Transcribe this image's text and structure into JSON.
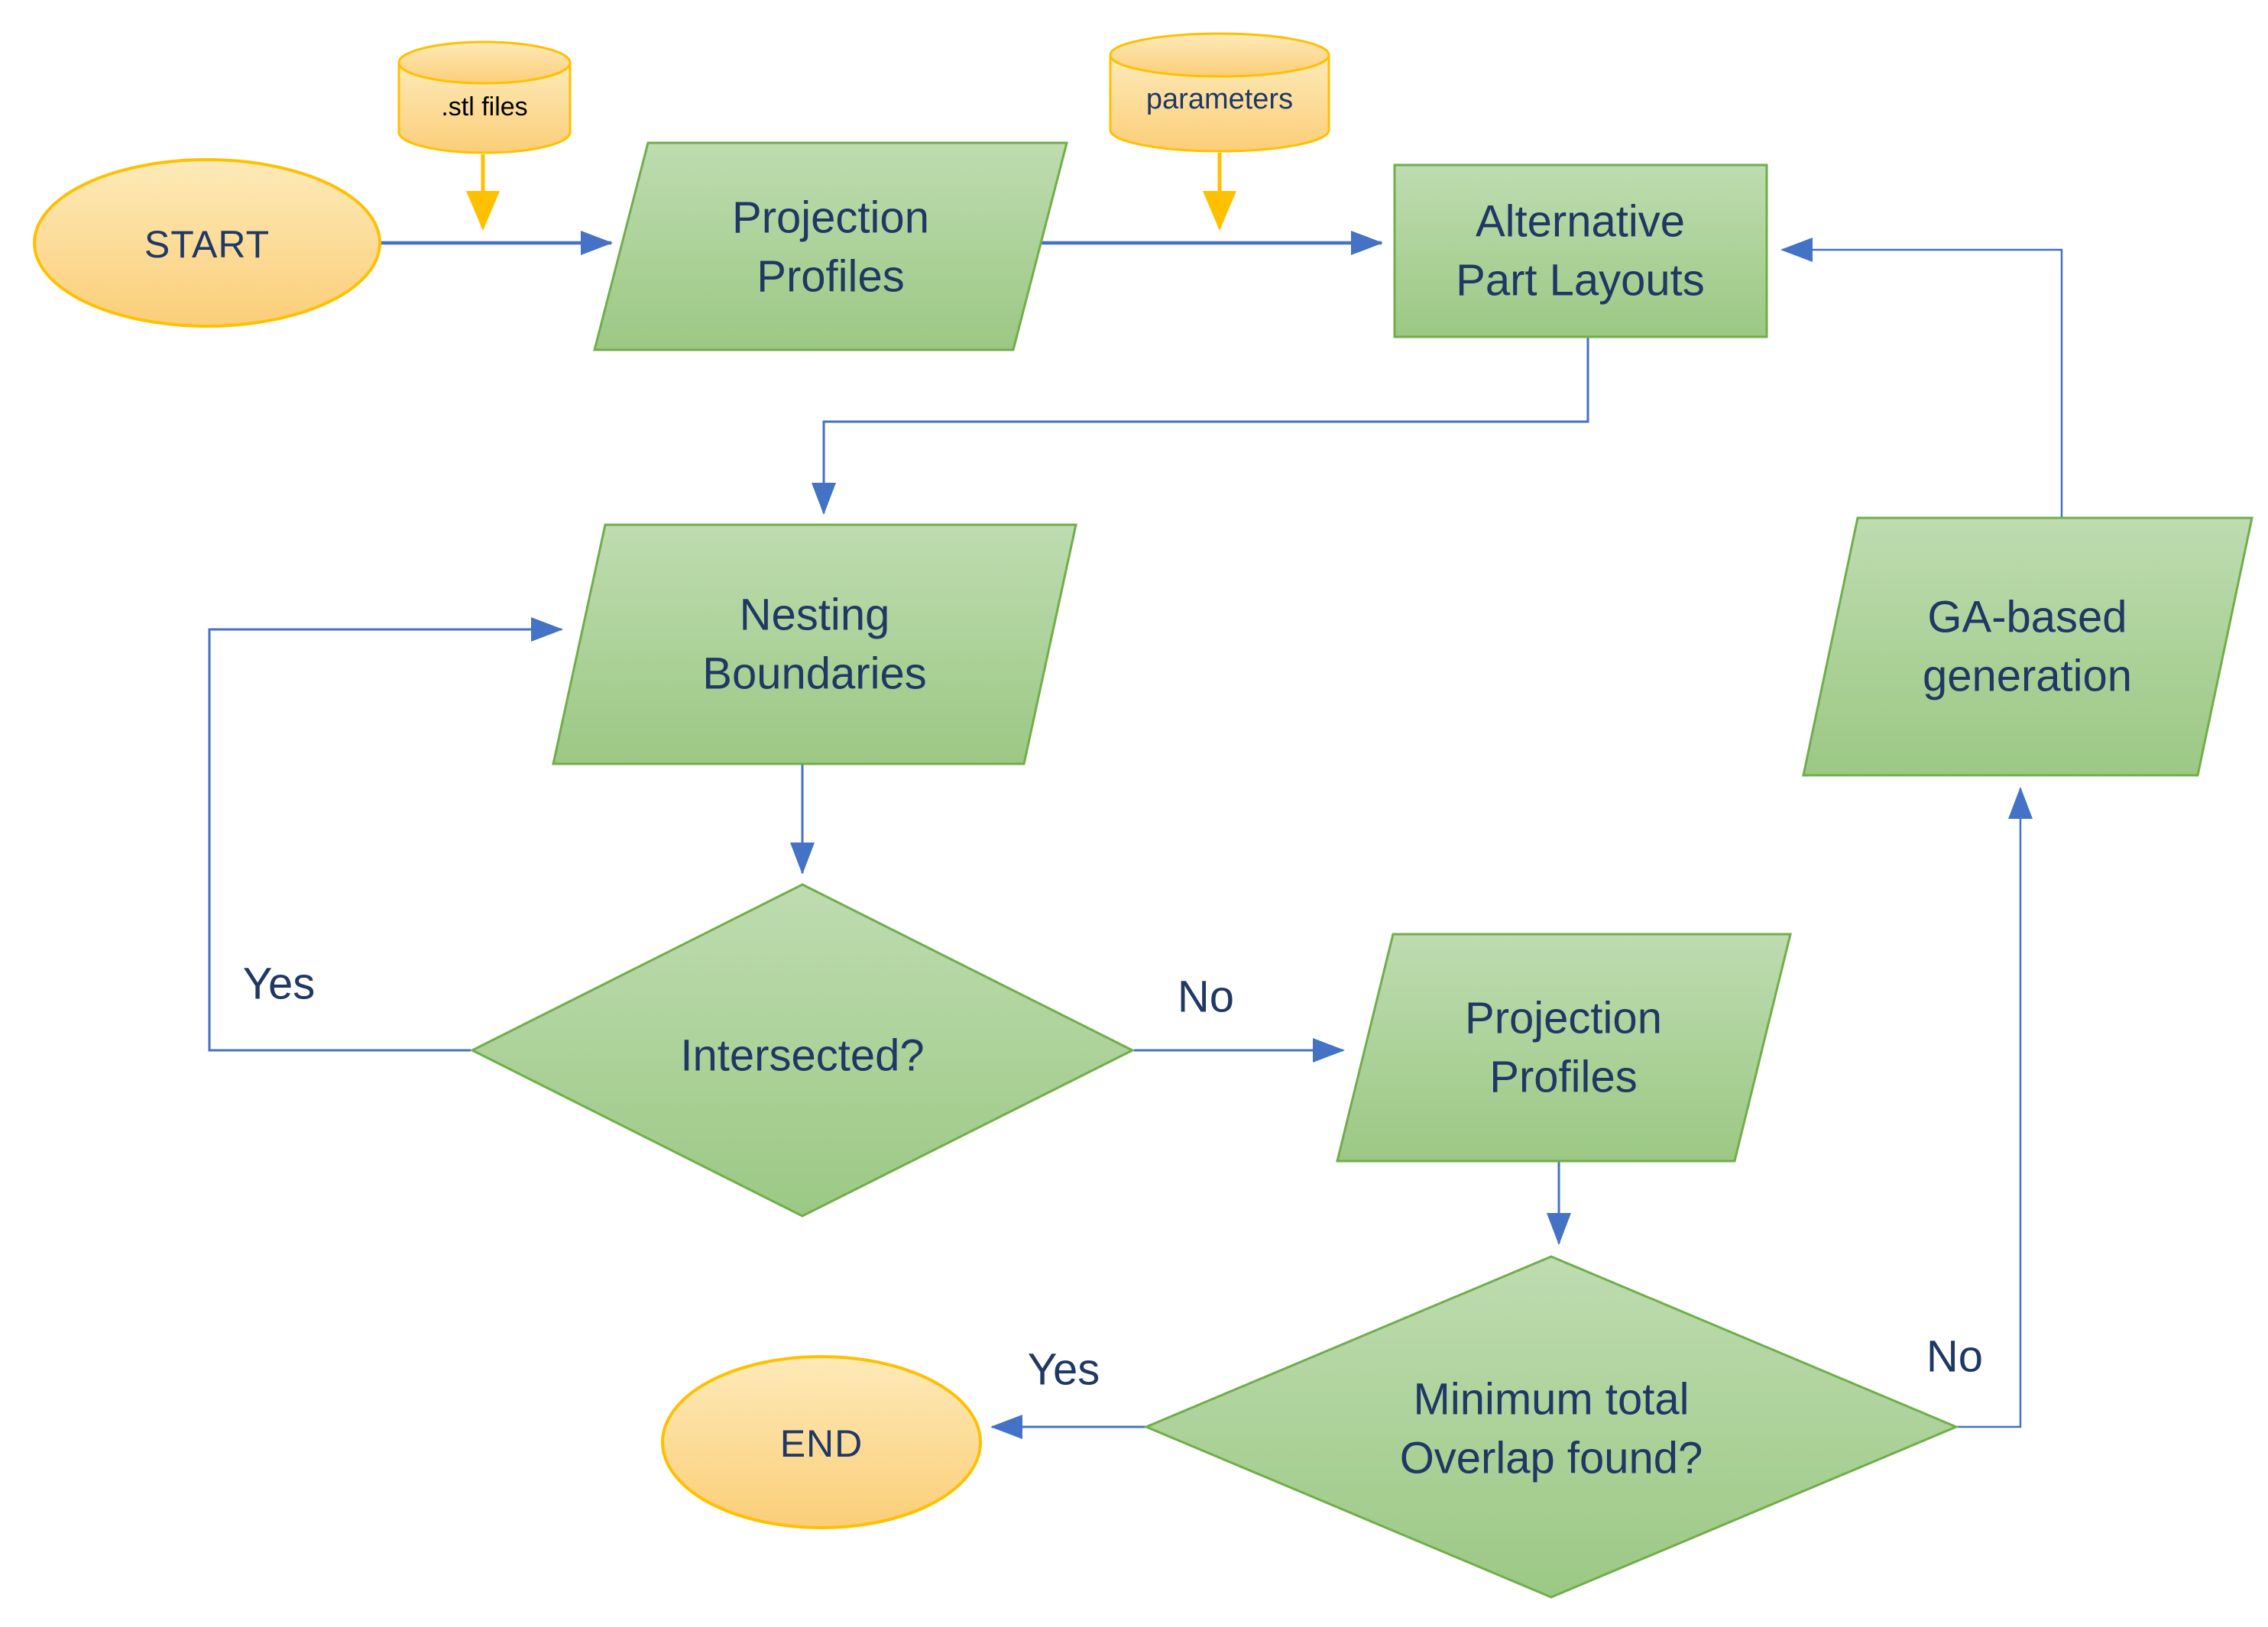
{
  "nodes": {
    "start": {
      "label": "START",
      "type": "terminator"
    },
    "stl_files": {
      "label": ".stl files",
      "type": "data-store"
    },
    "projection_profiles_1": {
      "line1": "Projection",
      "line2": "Profiles",
      "type": "parallelogram"
    },
    "parameters": {
      "label": "parameters",
      "type": "data-store"
    },
    "alternative_part_layouts": {
      "line1": "Alternative",
      "line2": "Part Layouts",
      "type": "process"
    },
    "nesting_boundaries": {
      "line1": "Nesting",
      "line2": "Boundaries",
      "type": "parallelogram"
    },
    "intersected": {
      "label": "Intersected?",
      "type": "decision"
    },
    "projection_profiles_2": {
      "line1": "Projection",
      "line2": "Profiles",
      "type": "parallelogram"
    },
    "ga_based_generation": {
      "line1": "GA-based",
      "line2": "generation",
      "type": "parallelogram"
    },
    "minimum_total_overlap": {
      "line1": "Minimum total",
      "line2": "Overlap found?",
      "type": "decision"
    },
    "end": {
      "label": "END",
      "type": "terminator"
    }
  },
  "edge_labels": {
    "intersected_yes": "Yes",
    "intersected_no": "No",
    "overlap_yes": "Yes",
    "overlap_no": "No"
  },
  "colors": {
    "green_fill_top": "#bedcb0",
    "green_fill_bottom": "#9cc884",
    "green_border": "#6fae4a",
    "orange_fill_top": "#fdeab8",
    "orange_fill_bottom": "#fbce79",
    "orange_border": "#ffc000",
    "arrow_blue": "#4472c4",
    "arrow_orange": "#ffc000",
    "text_navy": "#1f3864",
    "text_black": "#000000",
    "background": "#ffffff"
  }
}
